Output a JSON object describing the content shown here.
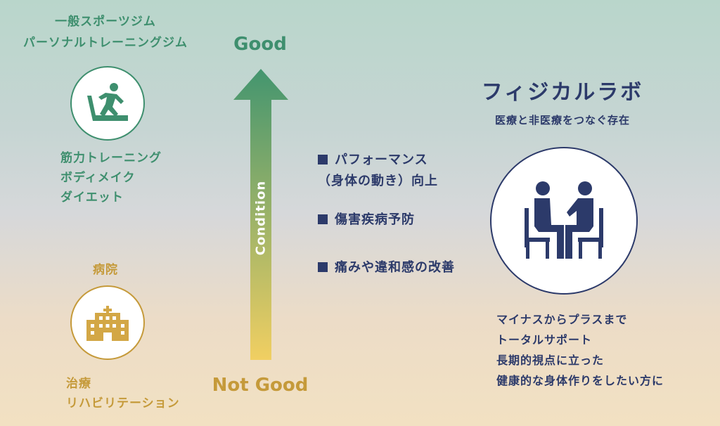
{
  "gym": {
    "heading_line1": "一般スポーツジム",
    "heading_line2": "パーソナルトレーニングジム",
    "icon": "treadmill-icon",
    "items": [
      "筋力トレーニング",
      "ボディメイク",
      "ダイエット"
    ]
  },
  "hospital": {
    "heading": "病院",
    "icon": "hospital-building-icon",
    "items": [
      "治療",
      "リハビリテーション"
    ]
  },
  "axis": {
    "top_label": "Good",
    "bottom_label": "Not Good",
    "arrow_label": "Condition"
  },
  "benefits": {
    "items": [
      {
        "line1": "パフォーマンス",
        "line2": "（身体の動き）向上"
      },
      {
        "line1": "傷害疾病予防",
        "line2": ""
      },
      {
        "line1": "痛みや違和感の改善",
        "line2": ""
      }
    ]
  },
  "lab": {
    "title": "フィジカルラボ",
    "subtitle": "医療と非医療をつなぐ存在",
    "icon": "consultation-icon",
    "lines": [
      "マイナスからプラスまで",
      "トータルサポート",
      "長期的視点に立った",
      "健康的な身体作りをしたい方に"
    ]
  },
  "colors": {
    "green": "#3e8f6e",
    "gold": "#c59a3a",
    "navy": "#2c3a6a",
    "arrow_top": "#43956f",
    "arrow_bottom": "#f1cf62"
  }
}
